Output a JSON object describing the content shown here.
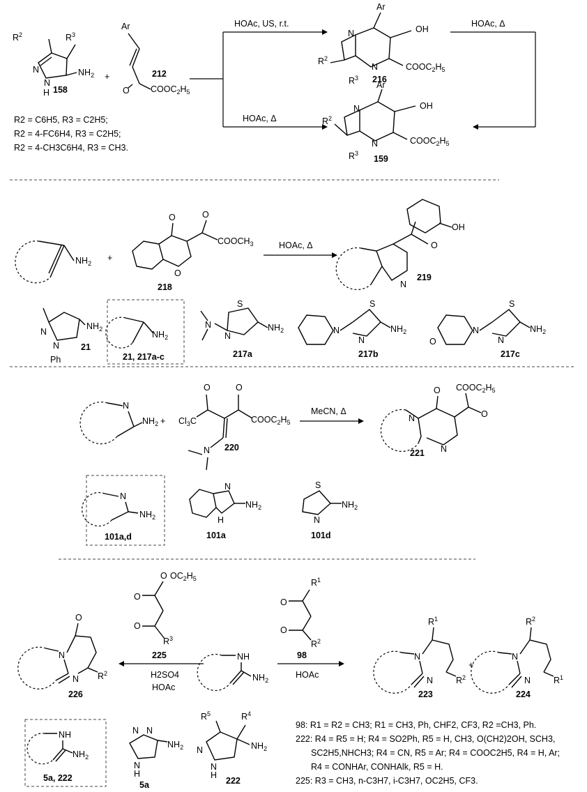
{
  "panel1": {
    "compound158": "158",
    "compound212": "212",
    "compound216": "216",
    "compound159": "159",
    "cond_upper": "HOAc, US, r.t.",
    "cond_lower": "HOAc, Δ",
    "cond_right": "HOAc, Δ",
    "subst_line1": "R2 = C6H5, R3 = C2H5;",
    "subst_line2": "R2 = 4-FC6H4, R3 = C2H5;",
    "subst_line3": "R2 = 4-CH3C6H4, R3 = CH3."
  },
  "panel2": {
    "compound218": "218",
    "compound219": "219",
    "compound21": "21",
    "boxed": "21, 217a-c",
    "compound217a": "217a",
    "compound217b": "217b",
    "compound217c": "217c",
    "cond": "HOAc, Δ"
  },
  "panel3": {
    "compound220": "220",
    "compound221": "221",
    "boxed": "101a,d",
    "compound101a": "101a",
    "compound101d": "101d",
    "cond": "MeCN, Δ"
  },
  "panel4": {
    "compound225": "225",
    "compound98": "98",
    "compound226": "226",
    "compound223": "223",
    "compound224": "224",
    "boxed": "5a, 222",
    "compound5a": "5a",
    "compound222": "222",
    "cond_left_1": "H2SO4",
    "cond_left_2": "HOAc",
    "cond_right": "HOAc",
    "note98": "98: R1 = R2 = CH3; R1 = CH3, Ph, CHF2, CF3, R2 =CH3, Ph.",
    "note222_1": "222: R4 = R5 = H; R4 = SO2Ph, R5 = H, CH3, O(CH2)2OH, SCH3,",
    "note222_2": "SC2H5,NHCH3; R4 = CN, R5 = Ar; R4 = COOC2H5, R4 = H, Ar;",
    "note222_3": "R4 = CONHAr, CONHAlk, R5 = H.",
    "note225": "225: R3 = CH3, n-C3H7, i-C3H7, OC2H5, CF3."
  }
}
